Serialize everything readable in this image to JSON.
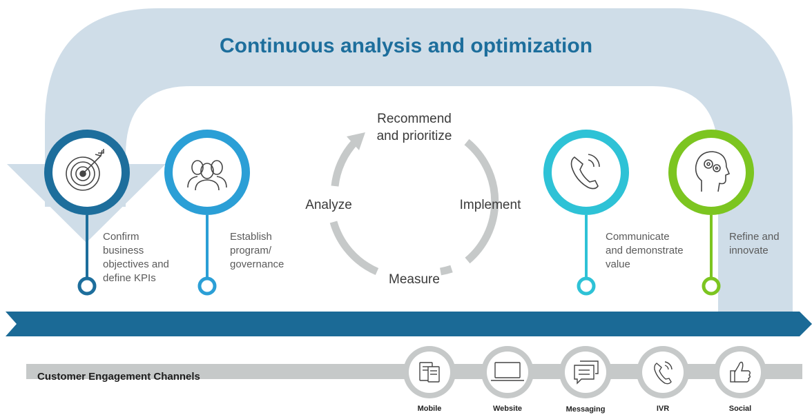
{
  "title": "Continuous analysis and optimization",
  "pins": [
    {
      "label": "Confirm\nbusiness\nobjectives and\ndefine KPIs",
      "icon": "target-arrow-icon",
      "color": "#1d6e9c"
    },
    {
      "label": "Establish\nprogram/\ngovernance",
      "icon": "people-group-icon",
      "color": "#2b9fd6"
    },
    {
      "label": "Communicate\nand demonstrate\nvalue",
      "icon": "phone-icon",
      "color": "#2ec2d6"
    },
    {
      "label": "Refine and\ninnovate",
      "icon": "head-gears-icon",
      "color": "#7cc520"
    }
  ],
  "cycle": {
    "top": "Recommend\nand prioritize",
    "right": "Implement",
    "bottom": "Measure",
    "left": "Analyze"
  },
  "channels": {
    "label": "Customer Engagement Channels",
    "items": [
      {
        "label": "Mobile",
        "icon": "mobile-tablet-icon"
      },
      {
        "label": "Website",
        "icon": "laptop-icon"
      },
      {
        "label": "Messaging",
        "icon": "chat-bubbles-icon"
      },
      {
        "label": "IVR",
        "icon": "phone-icon"
      },
      {
        "label": "Social",
        "icon": "thumbs-up-icon"
      }
    ]
  },
  "colors": {
    "arch": "#cfdde8",
    "arrow": "#1b6a96",
    "channel_bar": "#c6c9c9",
    "cycle": "#c6c9c9"
  }
}
